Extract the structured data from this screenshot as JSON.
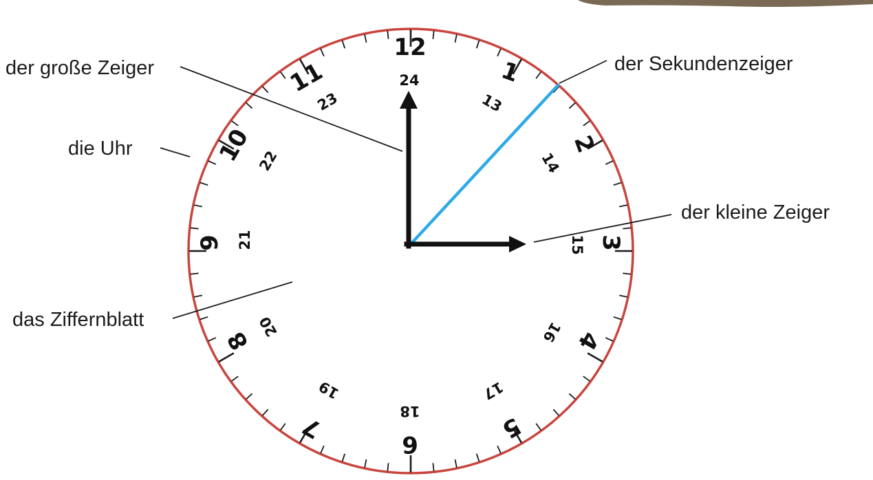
{
  "labels": {
    "big_hand": "der große Zeiger",
    "clock": "die Uhr",
    "dial": "das Ziffernblatt",
    "second_hand": "der Sekundenzeiger",
    "small_hand": "der kleine Zeiger"
  },
  "clock": {
    "hours_12": [
      "12",
      "1",
      "2",
      "3",
      "4",
      "5",
      "6",
      "7",
      "8",
      "9",
      "10",
      "11"
    ],
    "hours_24": [
      "24",
      "13",
      "14",
      "15",
      "16",
      "17",
      "18",
      "19",
      "20",
      "21",
      "22",
      "23"
    ],
    "tick_count": 60,
    "time_shown": {
      "hour": 3,
      "minute": 0,
      "second": 7
    },
    "colors": {
      "rim": "#c8453e",
      "hands": "#111111",
      "second_hand": "#2eaae6",
      "ticks": "#1a1a1a",
      "callout_lines": "#1a1a1a"
    }
  },
  "top_edge_color": "#7a6a55"
}
